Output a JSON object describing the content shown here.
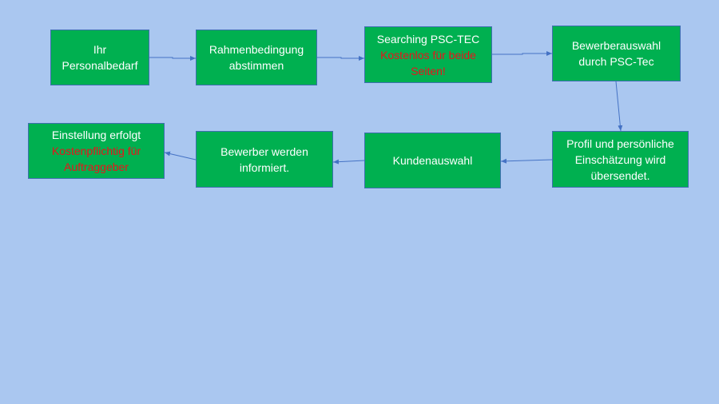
{
  "diagram": {
    "colors": {
      "background": "#aac7f0",
      "box": "#00b050",
      "highlight": "#e8141b",
      "connector": "#4472c4"
    },
    "steps": [
      {
        "lines": [
          "Ihr",
          "Personalbedarf"
        ]
      },
      {
        "lines": [
          "Rahmenbedingung",
          "abstimmen"
        ]
      },
      {
        "lines": [
          "Searching PSC-TEC"
        ],
        "red_lines": [
          "Kostenlos für beide",
          "Seiten!"
        ]
      },
      {
        "lines": [
          "Bewerberauswahl",
          "durch PSC-Tec"
        ]
      },
      {
        "lines": [
          "Profil und persönliche",
          "Einschätzung wird",
          "übersendet."
        ]
      },
      {
        "lines": [
          "Kundenauswahl"
        ]
      },
      {
        "lines": [
          "Bewerber werden",
          "informiert."
        ]
      },
      {
        "lines": [
          "Einstellung erfolgt"
        ],
        "red_lines": [
          "Kostenpflichtig für",
          "Auftraggeber"
        ]
      }
    ]
  }
}
